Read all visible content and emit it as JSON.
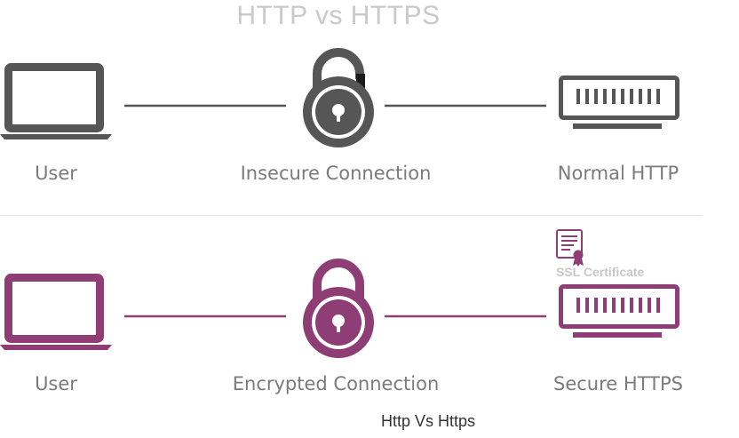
{
  "diagram": {
    "title": "HTTP vs HTTPS",
    "caption": "Http Vs Https",
    "colors": {
      "insecure": "#565656",
      "secure": "#8e3e74",
      "line": "#555555"
    },
    "rows": [
      {
        "id": "insecure",
        "left_label": "User",
        "middle_label": "Insecure Connection",
        "right_label": "Normal HTTP",
        "icons": [
          "laptop-icon",
          "padlock-open-icon",
          "server-icon"
        ]
      },
      {
        "id": "secure",
        "left_label": "User",
        "middle_label": "Encrypted Connection",
        "right_label": "Secure HTTPS",
        "badge": "SSL Certificate",
        "icons": [
          "laptop-icon",
          "padlock-closed-icon",
          "server-icon",
          "certificate-icon"
        ]
      }
    ]
  }
}
